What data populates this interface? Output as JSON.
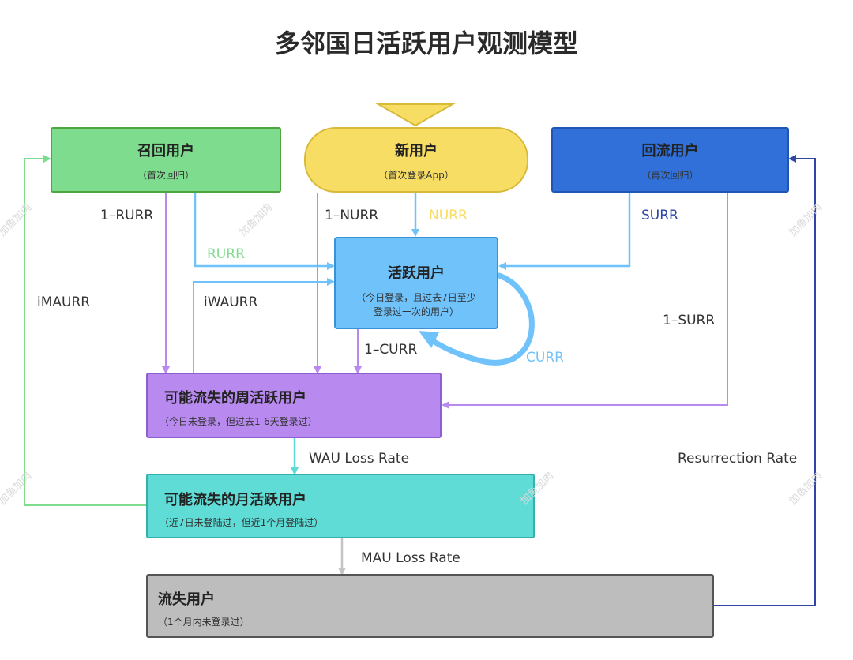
{
  "title": "多邻国日活跃用户观测模型",
  "nodes": {
    "recall": {
      "title": "召回用户",
      "subtitle": "（首次回归）"
    },
    "new": {
      "title": "新用户",
      "subtitle": "（首次登录App）"
    },
    "return": {
      "title": "回流用户",
      "subtitle": "（再次回归）"
    },
    "active": {
      "title": "活跃用户",
      "subtitle_line1": "（今日登录，且过去7日至少",
      "subtitle_line2": "登录过一次的用户）"
    },
    "weekly": {
      "title": "可能流失的周活跃用户",
      "subtitle": "（今日未登录，但过去1-6天登录过）"
    },
    "monthly": {
      "title": "可能流失的月活跃用户",
      "subtitle": "（近7日未登陆过，但近1个月登陆过）"
    },
    "churned": {
      "title": "流失用户",
      "subtitle": "（1个月内未登录过）"
    }
  },
  "labels": {
    "one_rurr": "1–RURR",
    "rurr": "RURR",
    "one_nurr": "1–NURR",
    "nurr": "NURR",
    "surr": "SURR",
    "imaurr": "iMAURR",
    "iwaurr": "iWAURR",
    "one_surr": "1–SURR",
    "one_curr": "1–CURR",
    "curr": "CURR",
    "wau_loss": "WAU Loss Rate",
    "resurrection": "Resurrection Rate",
    "mau_loss": "MAU Loss Rate"
  },
  "watermark": "加鱼加肉",
  "colors": {
    "green": "#7ddc8e",
    "yellow": "#f7dd63",
    "blue_dark": "#3070d8",
    "blue_light": "#70c2fb",
    "purple": "#b88aef",
    "teal": "#5fdcd6",
    "gray": "#bdbdbd",
    "navy": "#2f45a8"
  }
}
